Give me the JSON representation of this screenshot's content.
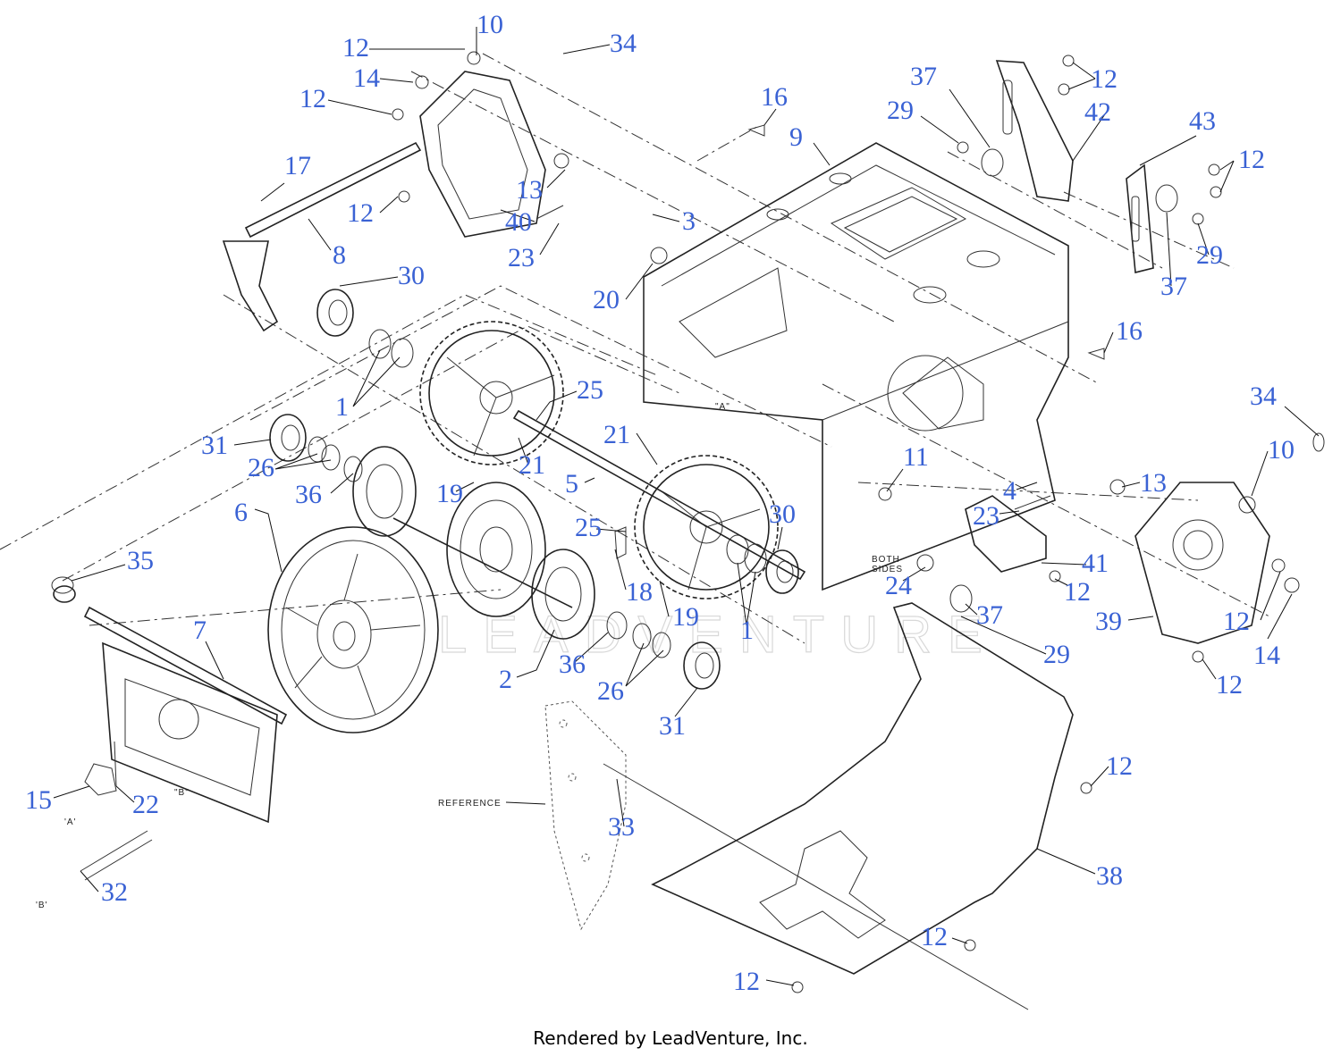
{
  "footer": "Rendered by LeadVenture, Inc.",
  "watermark": "LEADVENTURE",
  "colors": {
    "callout": "#3a62d4",
    "linework": "#222222",
    "background": "#ffffff"
  },
  "notes": {
    "ref_a_chassis": "\"A\"",
    "ref_a_spring": "'A'",
    "ref_b_bracket": "\"B\"",
    "ref_b_spring": "'B'",
    "both_sides": "BOTH\nSIDES",
    "reference": "REFERENCE"
  },
  "callouts": [
    {
      "label": "10"
    },
    {
      "label": "12"
    },
    {
      "label": "34"
    },
    {
      "label": "14"
    },
    {
      "label": "12"
    },
    {
      "label": "16"
    },
    {
      "label": "9"
    },
    {
      "label": "37"
    },
    {
      "label": "29"
    },
    {
      "label": "12"
    },
    {
      "label": "42"
    },
    {
      "label": "43"
    },
    {
      "label": "12"
    },
    {
      "label": "17"
    },
    {
      "label": "13"
    },
    {
      "label": "12"
    },
    {
      "label": "40"
    },
    {
      "label": "3"
    },
    {
      "label": "8"
    },
    {
      "label": "23"
    },
    {
      "label": "29"
    },
    {
      "label": "30"
    },
    {
      "label": "37"
    },
    {
      "label": "20"
    },
    {
      "label": "16"
    },
    {
      "label": "1"
    },
    {
      "label": "25"
    },
    {
      "label": "34"
    },
    {
      "label": "31"
    },
    {
      "label": "21"
    },
    {
      "label": "10"
    },
    {
      "label": "26"
    },
    {
      "label": "21"
    },
    {
      "label": "11"
    },
    {
      "label": "36"
    },
    {
      "label": "19"
    },
    {
      "label": "5"
    },
    {
      "label": "4"
    },
    {
      "label": "13"
    },
    {
      "label": "6"
    },
    {
      "label": "23"
    },
    {
      "label": "25"
    },
    {
      "label": "30"
    },
    {
      "label": "35"
    },
    {
      "label": "41"
    },
    {
      "label": "18"
    },
    {
      "label": "24"
    },
    {
      "label": "12"
    },
    {
      "label": "19"
    },
    {
      "label": "37"
    },
    {
      "label": "1"
    },
    {
      "label": "39"
    },
    {
      "label": "12"
    },
    {
      "label": "7"
    },
    {
      "label": "29"
    },
    {
      "label": "14"
    },
    {
      "label": "36"
    },
    {
      "label": "2"
    },
    {
      "label": "26"
    },
    {
      "label": "12"
    },
    {
      "label": "31"
    },
    {
      "label": "12"
    },
    {
      "label": "15"
    },
    {
      "label": "22"
    },
    {
      "label": "33"
    },
    {
      "label": "38"
    },
    {
      "label": "32"
    },
    {
      "label": "12"
    },
    {
      "label": "12"
    }
  ]
}
